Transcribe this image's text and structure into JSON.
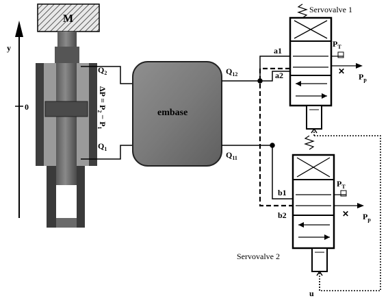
{
  "diagram": {
    "mass_label": "M",
    "axis_label": "y",
    "zero_label": "0",
    "cylinder": {
      "q2": "Q",
      "q2_sub": "2",
      "q1": "Q",
      "q1_sub": "1",
      "delta_p": "ΔP = P",
      "delta_p_sub1": "2",
      "delta_p_mid": " − P",
      "delta_p_sub2": "1"
    },
    "block_label": "embase",
    "ports": {
      "q12": "Q",
      "q12_sub": "12",
      "q11": "Q",
      "q11_sub": "11"
    },
    "servovalve1": {
      "title": "Servovalve 1",
      "a1": "a1",
      "a2": "a2",
      "pt": "P",
      "pt_sub": "T",
      "pp": "P",
      "pp_sub": "p"
    },
    "servovalve2": {
      "title": "Servovalve 2",
      "b1": "b1",
      "b2": "b2",
      "pt": "P",
      "pt_sub": "T",
      "pp": "P",
      "pp_sub": "p"
    },
    "input_label": "u"
  }
}
